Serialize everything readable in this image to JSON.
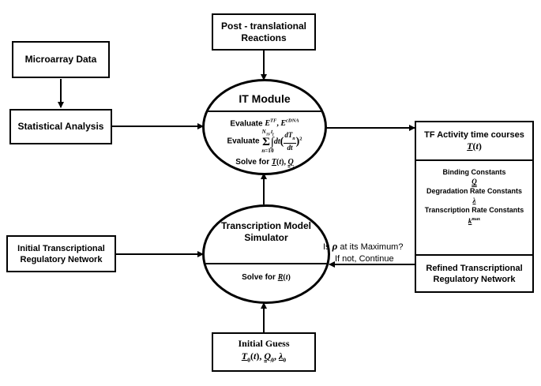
{
  "boxes": {
    "microarray": "Microarray Data",
    "statistical": "Statistical Analysis",
    "post_translational": "Post - translational Reactions",
    "initial_network": "Initial Transcriptional Regulatory Network"
  },
  "it_module": {
    "title": "IT Module",
    "evaluate_1_label": "Evaluate",
    "evaluate_1_expr": "E^TF , E^cDNA",
    "evaluate_2_label": "Evaluate",
    "evaluate_2_expr": "Σ_{n=1}^{N_TF} ∫_0^{t_f} dt (dT_n/dt)^2",
    "solve_label": "Solve for",
    "solve_expr": "T(t), Q"
  },
  "simulator": {
    "title": "Transcription Model Simulator",
    "solve_label": "Solve for",
    "solve_expr": "R(t)"
  },
  "initial_guess": {
    "title": "Initial Guess",
    "expr": "T0(t), Q0, λ0"
  },
  "right_panel": {
    "tf_title": "TF Activity time courses",
    "tf_expr": "T(t)",
    "binding": "Binding Constants",
    "binding_sym": "Q",
    "degradation": "Degradation Rate Constants",
    "degradation_sym": "λ",
    "transcription": "Transcription Rate Constants",
    "transcription_sym": "k^max",
    "refined": "Refined Transcriptional Regulatory Network"
  },
  "feedback": {
    "question_prefix": "Is",
    "rho": "ρ",
    "question_suffix": "at its Maximum?",
    "continue": "If not, Continue"
  }
}
